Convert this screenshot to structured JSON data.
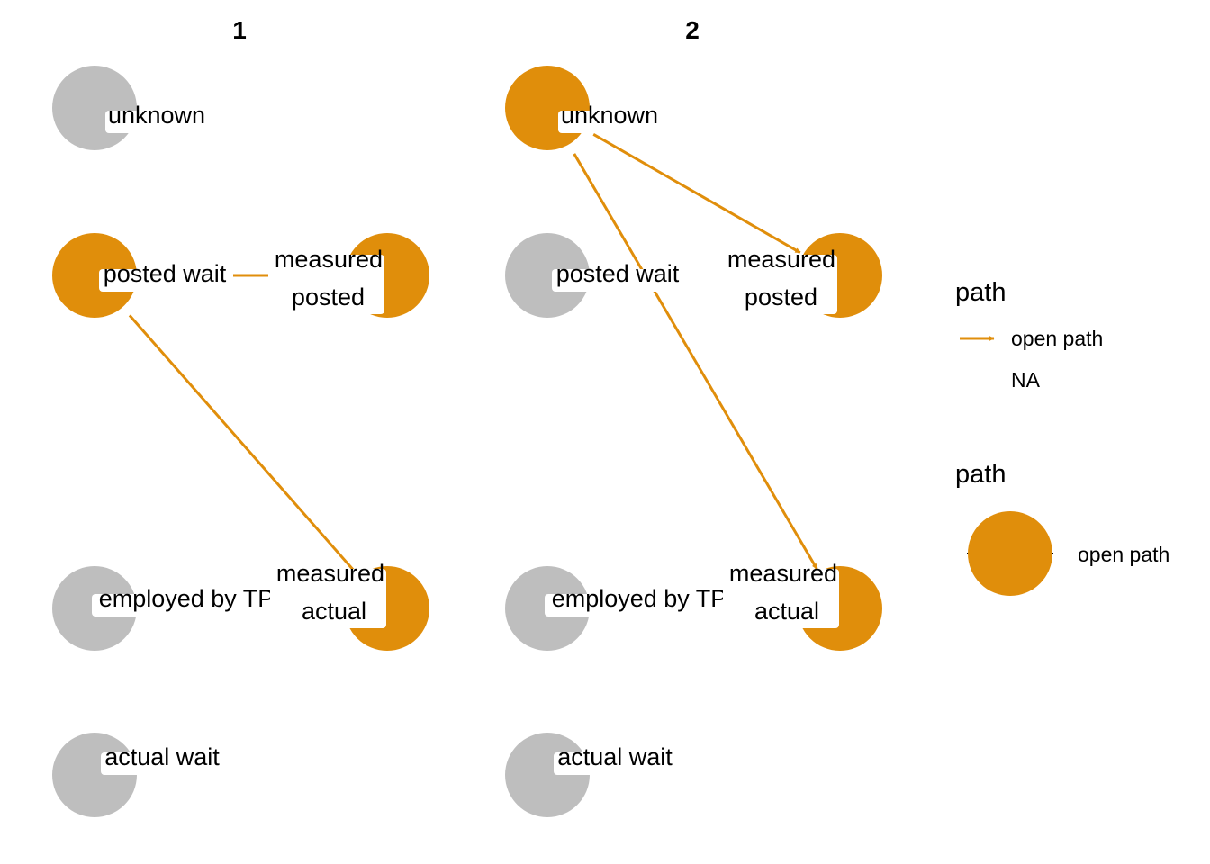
{
  "colors": {
    "open": "#E08E0B",
    "closed": "#BEBEBE",
    "label_bg": "#FFFFFF",
    "text": "#000000"
  },
  "panels": [
    {
      "title": "1",
      "nodes": [
        {
          "id": "unknown",
          "lines": [
            "unknown"
          ],
          "state": "closed"
        },
        {
          "id": "posted_wait",
          "lines": [
            "posted wait"
          ],
          "state": "open"
        },
        {
          "id": "measured_posted",
          "lines": [
            "measured",
            "posted"
          ],
          "state": "open"
        },
        {
          "id": "employed_by_tp",
          "lines": [
            "employed by TP"
          ],
          "state": "closed"
        },
        {
          "id": "measured_actual",
          "lines": [
            "measured",
            "actual"
          ],
          "state": "open"
        },
        {
          "id": "actual_wait",
          "lines": [
            "actual wait"
          ],
          "state": "closed"
        }
      ],
      "edges": [
        {
          "from": "posted_wait",
          "to": "measured_posted",
          "type": "open path"
        },
        {
          "from": "posted_wait",
          "to": "measured_actual",
          "type": "open path"
        }
      ]
    },
    {
      "title": "2",
      "nodes": [
        {
          "id": "unknown",
          "lines": [
            "unknown"
          ],
          "state": "open"
        },
        {
          "id": "posted_wait",
          "lines": [
            "posted wait"
          ],
          "state": "closed"
        },
        {
          "id": "measured_posted",
          "lines": [
            "measured",
            "posted"
          ],
          "state": "open"
        },
        {
          "id": "employed_by_tp",
          "lines": [
            "employed by TP"
          ],
          "state": "closed"
        },
        {
          "id": "measured_actual",
          "lines": [
            "measured",
            "actual"
          ],
          "state": "open"
        },
        {
          "id": "actual_wait",
          "lines": [
            "actual wait"
          ],
          "state": "closed"
        }
      ],
      "edges": [
        {
          "from": "unknown",
          "to": "measured_posted",
          "type": "open path"
        },
        {
          "from": "unknown",
          "to": "measured_actual",
          "type": "open path"
        }
      ]
    }
  ],
  "legend": {
    "edge": {
      "title": "path",
      "items": [
        "open path",
        "NA"
      ]
    },
    "node": {
      "title": "path",
      "items": [
        "open path"
      ]
    }
  }
}
